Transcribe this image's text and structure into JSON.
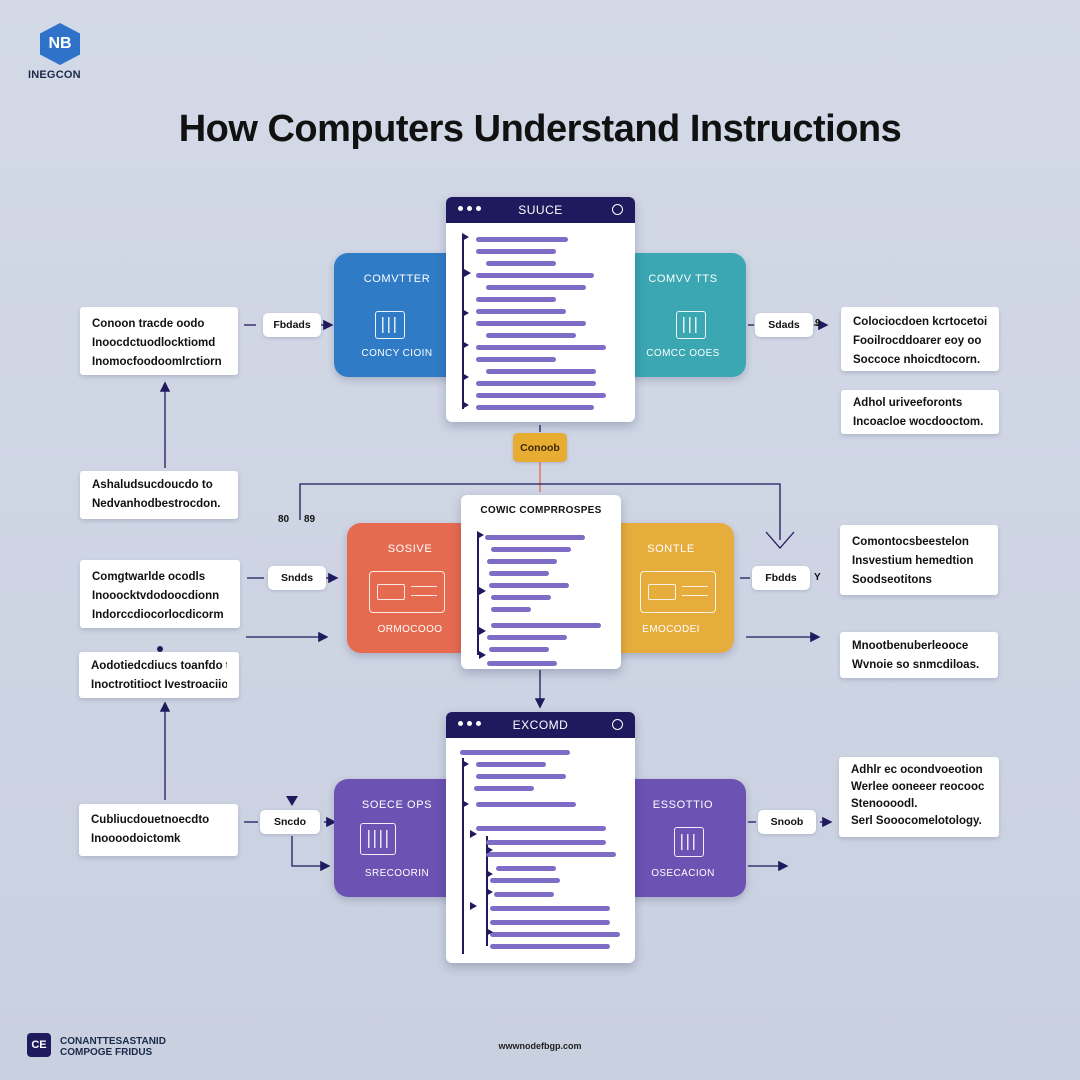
{
  "brand": {
    "logo_mark": "NB",
    "logo_text": "INEGCON",
    "footer_mark": "CE",
    "footer_text_1": "CONANTTESASTANID",
    "footer_text_2": "COMPOGE FRIDUS",
    "footer_url": "wwwnodefbgp.com"
  },
  "title": "How Computers Understand Instructions",
  "windows": {
    "top": {
      "title": "SUUCE"
    },
    "middle": {
      "title": "COWIC COMPRROSPES"
    },
    "bottom": {
      "title": "EXCOMD"
    }
  },
  "panels": {
    "top_left": {
      "title": "COMVTTER",
      "subtitle": "CONCY CIOIN",
      "color": "#2f7bc5"
    },
    "top_right": {
      "title": "COMVV TTS",
      "subtitle": "COMCC OOES",
      "color": "#3aa7b2"
    },
    "mid_left": {
      "title": "SOSIVE",
      "subtitle": "ORMOCOOO",
      "color": "#e66a4f"
    },
    "mid_right": {
      "title": "SONTLE",
      "subtitle": "EMOCODEI",
      "color": "#e7ad3c"
    },
    "bot_left": {
      "title": "SOECE OPS",
      "subtitle": "SRECOORIN",
      "color": "#6b52b3"
    },
    "bot_right": {
      "title": "ESSOTTIO",
      "subtitle": "OSECACION",
      "color": "#6b52b3"
    }
  },
  "pills": {
    "top_left": "Fbdads",
    "top_right": "Sdads",
    "center": "Conoob",
    "mid_left": "Sndds",
    "mid_right": "Fbdds",
    "bot_left": "Sncdo",
    "bot_right": "Snoob"
  },
  "arrow_text": {
    "top_right": "9",
    "mid_right": "Y"
  },
  "numbers": {
    "a": "80",
    "b": "89"
  },
  "left_boxes": {
    "l1": [
      "Conoon tracde oodo",
      "Inoocdctuodlocktiomd",
      "Inomocfoodoomlrctiorn"
    ],
    "l2": [
      "Ashaludsucdoucdo to",
      "Nedvanhodbestrocdon."
    ],
    "l3": [
      "Comgtwarlde ocodls",
      "Inooocktvdodoocdionn",
      "Indorccdiocorlocdicorm"
    ],
    "l4": [
      "Aodotiedcdiucs toanfdo to",
      "Inoctrotitioct Ivestroaciion."
    ],
    "l5": [
      "Cubliucdouetnoecdto",
      "Inoooodoictomk"
    ]
  },
  "right_boxes": {
    "r1": [
      "Colociocdoen kcrtocetoins",
      "Fooilrocddoarer eoy oo",
      "Soccoce nhoicdtocorn."
    ],
    "r2": [
      "Adhol uriveeforonts",
      "Incoacloe wocdooctom."
    ],
    "r3": [
      "Comontocsbeestelon",
      "Insvestium hemedtion",
      "Soodseotitons"
    ],
    "r4": [
      "Mnootbenuberleooce",
      "Wvnoie so snmcdiloas."
    ],
    "r5": [
      "Adhlr ec ocondvoeotion",
      "Werlee ooneeer reocooc",
      "Stenoooodl.",
      "Serl Sooocomelotology."
    ]
  }
}
